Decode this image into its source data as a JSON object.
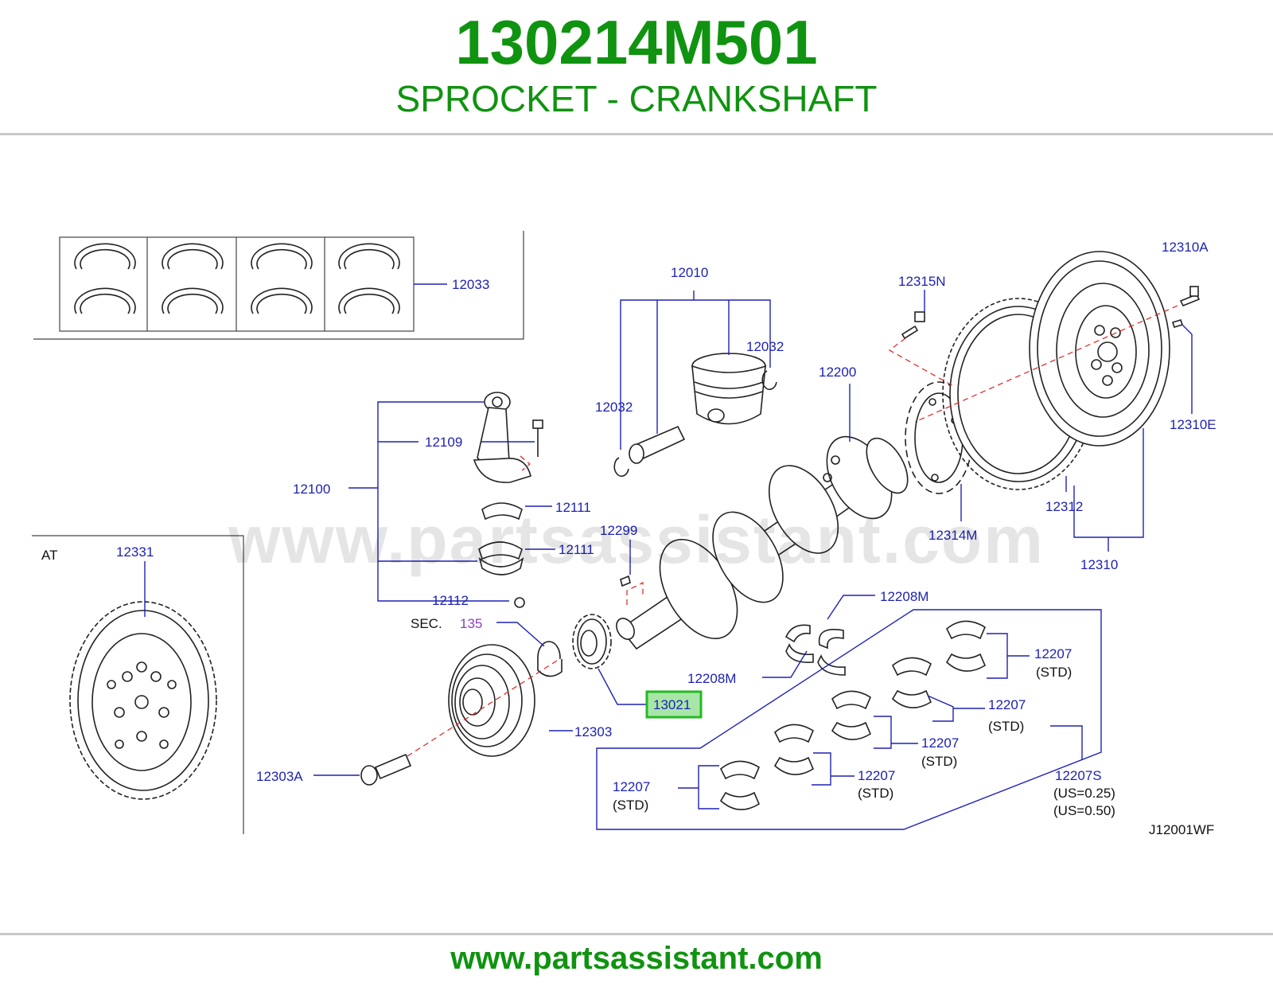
{
  "header": {
    "part_number": "130214M501",
    "part_name": "SPROCKET - CRANKSHAFT"
  },
  "footer": {
    "website": "www.partsassistant.com"
  },
  "watermark": "www.partsassistant.com",
  "diagram": {
    "code": "J12001WF",
    "highlighted_part": "13021",
    "labels": {
      "p12033": "12033",
      "p12010": "12010",
      "p12032a": "12032",
      "p12032b": "12032",
      "p12315N": "12315N",
      "p12310A": "12310A",
      "p12200": "12200",
      "p12310E": "12310E",
      "p12109": "12109",
      "p12100": "12100",
      "p12111a": "12111",
      "p12111b": "12111",
      "p12299": "12299",
      "p12314M": "12314M",
      "p12312": "12312",
      "p12310": "12310",
      "at": "AT",
      "p12331": "12331",
      "p12112": "12112",
      "sec": "SEC.",
      "sec135": "135",
      "p12208M_top": "12208M",
      "p12208M_bot": "12208M",
      "p13021": "13021",
      "p12303": "12303",
      "p12303A": "12303A",
      "p12207a": "12207",
      "std_a": "(STD)",
      "p12207b": "12207",
      "std_b": "(STD)",
      "p12207c": "12207",
      "std_c": "(STD)",
      "p12207d": "12207",
      "std_d": "(STD)",
      "p12207e": "12207",
      "std_e": "(STD)",
      "p12207S": "12207S",
      "us025": "(US=0.25)",
      "us050": "(US=0.50)"
    }
  },
  "colors": {
    "title_green": "#109310",
    "label_blue": "#1e22b4",
    "highlight_green": "#22bb22",
    "dash_red": "#e02020"
  }
}
